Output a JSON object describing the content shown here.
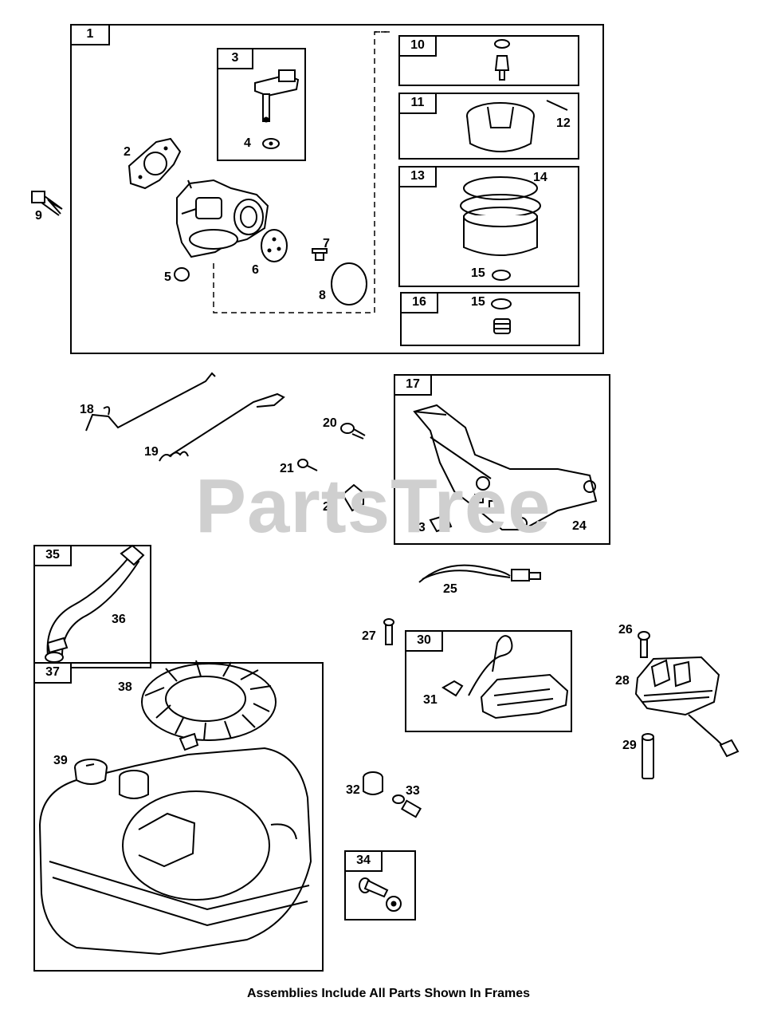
{
  "watermark": "PartsTree",
  "caption": "Assemblies Include All Parts Shown In Frames",
  "frames": {
    "f1": "1",
    "f3": "3",
    "f10": "10",
    "f11": "11",
    "f13": "13",
    "f16": "16",
    "f17": "17",
    "f35": "35",
    "f30": "30",
    "f37": "37",
    "f34": "34"
  },
  "callouts": {
    "c2": "2",
    "c4": "4",
    "c5": "5",
    "c6": "6",
    "c7": "7",
    "c8": "8",
    "c9": "9",
    "c12": "12",
    "c14": "14",
    "c15a": "15",
    "c15b": "15",
    "c18": "18",
    "c19": "19",
    "c20": "20",
    "c21": "21",
    "c22": "22",
    "c23": "23",
    "c24": "24",
    "c25": "25",
    "c26": "26",
    "c27": "27",
    "c28": "28",
    "c29": "29",
    "c31": "31",
    "c32": "32",
    "c33": "33",
    "c36": "36",
    "c38": "38",
    "c39": "39"
  }
}
